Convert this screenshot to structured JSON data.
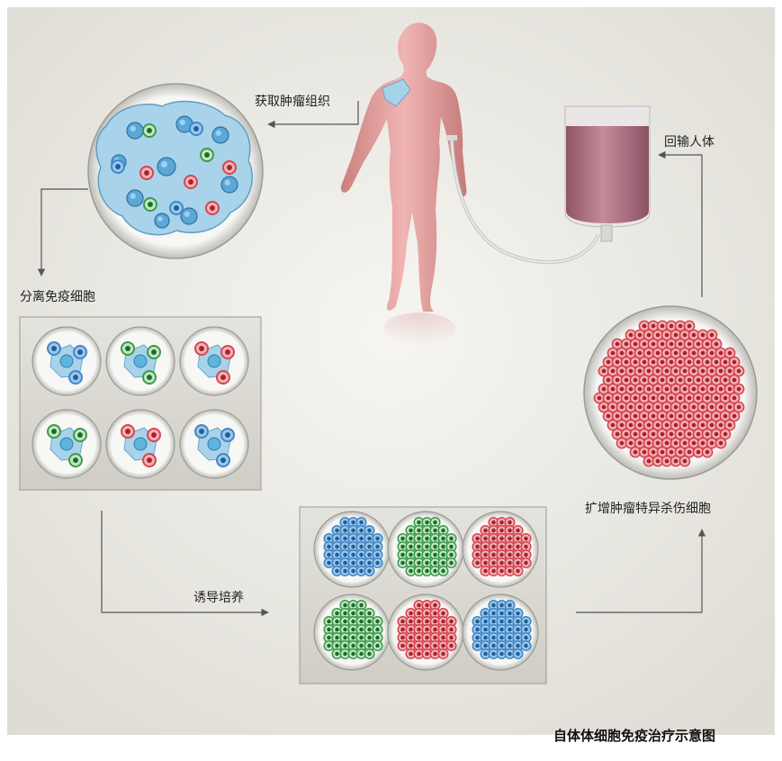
{
  "labels": {
    "obtain_tumor_tissue": "获取肿瘤组织",
    "reinfuse_body": "回输人体",
    "isolate_immune_cells": "分离免疫细胞",
    "induce_culture": "诱导培养",
    "expand_killer_cells": "扩增肿瘤特异杀伤细胞",
    "caption": "自体体细胞免疫治疗示意图"
  },
  "colors": {
    "background": "#ecebe6",
    "panel": "#dcdbd4",
    "body": "#e6a8a6",
    "bag": "#b57a8a",
    "cell_blue": "#3f86c8",
    "cell_green": "#3a9a4a",
    "cell_red": "#d8444e",
    "tissue_blue": "#a9d3ea",
    "arrow": "#555555"
  },
  "well_colors": {
    "separated": [
      "blue",
      "green",
      "red",
      "green",
      "red",
      "blue"
    ],
    "cultured": [
      "blue",
      "green",
      "red",
      "green",
      "red",
      "blue"
    ]
  }
}
